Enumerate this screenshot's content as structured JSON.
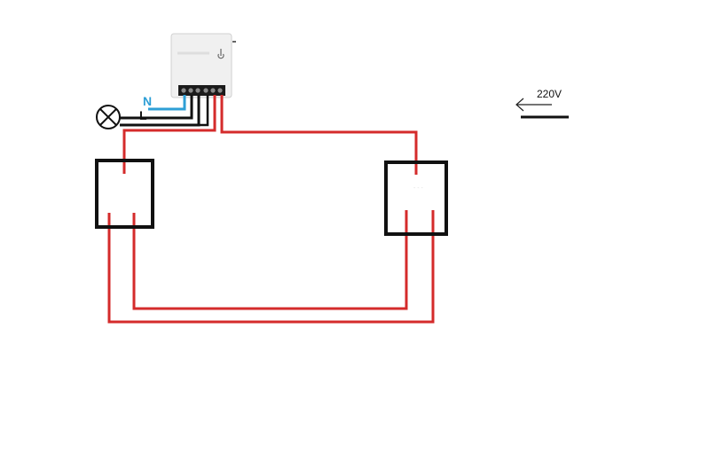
{
  "labels": {
    "neutral": "N",
    "live": "L",
    "voltage": "220V"
  },
  "colors": {
    "neutral_wire": "#2e9fd6",
    "live_wire": "#111111",
    "switch_wire": "#d42b2b",
    "switch_box": "#111111",
    "relay_body": "#f0f0f0"
  },
  "icons": {
    "lamp": "lamp-icon",
    "relay": "smart-relay-module",
    "arrow": "arrow-left-icon"
  }
}
